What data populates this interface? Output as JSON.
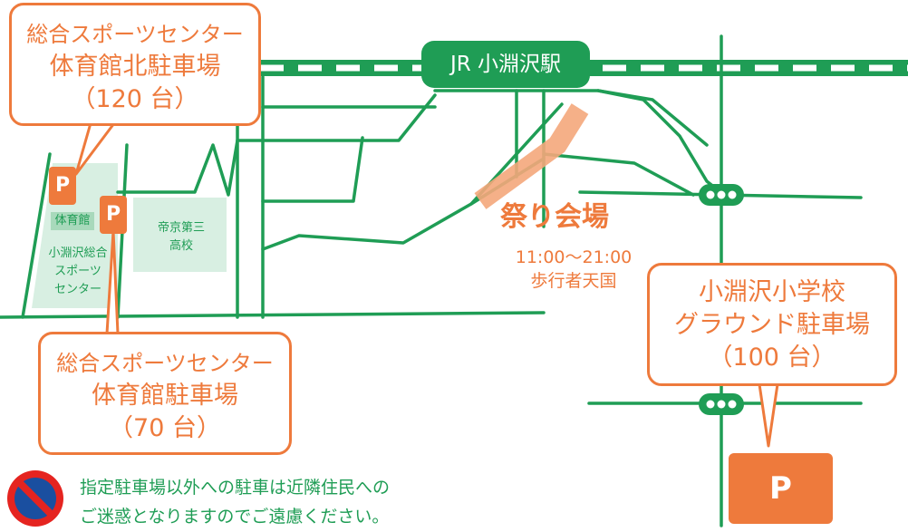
{
  "station": {
    "label": "JR 小淵沢駅"
  },
  "parking_north": {
    "line1": "総合スポーツセンター",
    "line2": "体育館北駐車場",
    "line3": "（120 台）",
    "marker": "P"
  },
  "parking_gym": {
    "line1": "総合スポーツセンター",
    "line2": "体育館駐車場",
    "line3": "（70 台）",
    "marker": "P"
  },
  "parking_school": {
    "line1": "小淵沢小学校",
    "line2": "グラウンド駐車場",
    "line3": "（100 台）",
    "marker": "P"
  },
  "buildings": {
    "gym": "体育館",
    "sports_center": [
      "小淵沢総合",
      "スポーツ",
      "センター"
    ],
    "school": [
      "帝京第三",
      "高校"
    ]
  },
  "festival": {
    "title": "祭り会場",
    "time": "11:00〜21:00",
    "note": "歩行者天国"
  },
  "notice": {
    "line1": "指定駐車場以外への駐車は近隣住民への",
    "line2": "ご迷惑となりますのでご遠慮ください。"
  },
  "colors": {
    "road": "#1f9d55",
    "accent": "#ee7a3c",
    "area": "#d8efe2",
    "no_parking_blue": "#1a4fa0",
    "no_parking_red": "#e52420"
  },
  "icons": {
    "no_parking": "no-parking-sign-icon",
    "traffic_signal": "traffic-signal-icon"
  }
}
